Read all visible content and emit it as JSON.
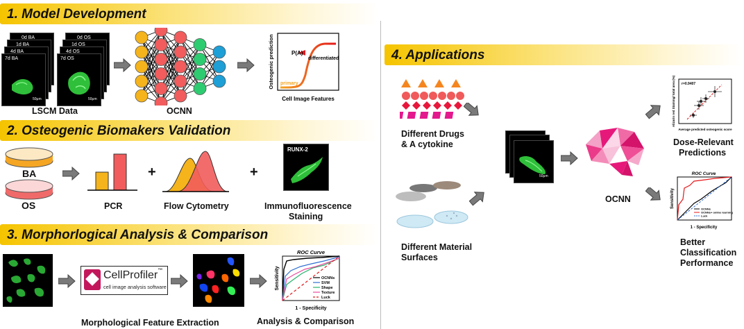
{
  "section1": {
    "title": "1. Model Development",
    "ba_frames": [
      "0d BA",
      "1d BA",
      "4d BA",
      "7d BA"
    ],
    "os_frames": [
      "0d OS",
      "1d OS",
      "4d OS",
      "7d OS"
    ],
    "scale_label": "50μm",
    "lscm_label": "LSCM Data",
    "ocnn_label": "OCNN",
    "sigmoid": {
      "ylabel": "Osteogenic prediction",
      "xlabel": "Cell Image Features",
      "point_label": "P(A)",
      "differentiated_label": "differentiated",
      "primary_label": "primary"
    }
  },
  "section2": {
    "title": "2. Osteogenic Biomakers Validation",
    "ba_label": "BA",
    "os_label": "OS",
    "pcr_label": "PCR",
    "flow_label": "Flow Cytometry",
    "if_label_line1": "Immunofluorescence",
    "if_label_line2": "Staining",
    "runx_label": "RUNX-2",
    "plus": "+"
  },
  "section3": {
    "title": "3. Morphorlogical Analysis &  Comparison",
    "cellprofiler_name": "CellProfiler",
    "cellprofiler_tm": "™",
    "cellprofiler_sub": "cell image analysis software",
    "feature_label": "Morphological Feature Extraction",
    "analysis_label": "Analysis & Comparison",
    "roc": {
      "title": "ROC Curve",
      "xlabel": "1 - Specificity",
      "ylabel": "Sensitivity",
      "legend": [
        "OCNNs",
        "SVM",
        "Shape",
        "Texture",
        "Luck"
      ]
    }
  },
  "section4": {
    "title": "4. Applications",
    "drugs_label_line1": "Different Drugs",
    "drugs_label_line2": "& A cytokine",
    "materials_label_line1": "Different Material",
    "materials_label_line2": "Surfaces",
    "ocnn_label": "OCNN",
    "dose_label_line1": "Dose-Relevant",
    "dose_label_line2": "Predictions",
    "better_label_line1": "Better",
    "better_label_line2": "Classification",
    "better_label_line3": "Performance",
    "scale_label": "50μm",
    "scatter": {
      "r_label": "r=0.9407",
      "xlabel": "Average predicted osteogenic score",
      "ylabel": "Alizarin red Staining/ total area (%)"
    },
    "roc": {
      "title": "ROC Curve",
      "xlabel": "1 - Specificity",
      "ylabel": "Sensitivity",
      "legend": [
        "OCNNs",
        "OCNNs+ online learning",
        "Luck"
      ]
    }
  },
  "colors": {
    "banner": "#f5c400",
    "ba_dish": "#f5a623",
    "os_dish": "#f06a6a",
    "nn_orange": "#f5b41c",
    "nn_red": "#f25c5c",
    "nn_green": "#2ecc71",
    "nn_blue": "#1e9fd6",
    "arrow": "#7a7a7a",
    "brain": "#e6197a"
  }
}
